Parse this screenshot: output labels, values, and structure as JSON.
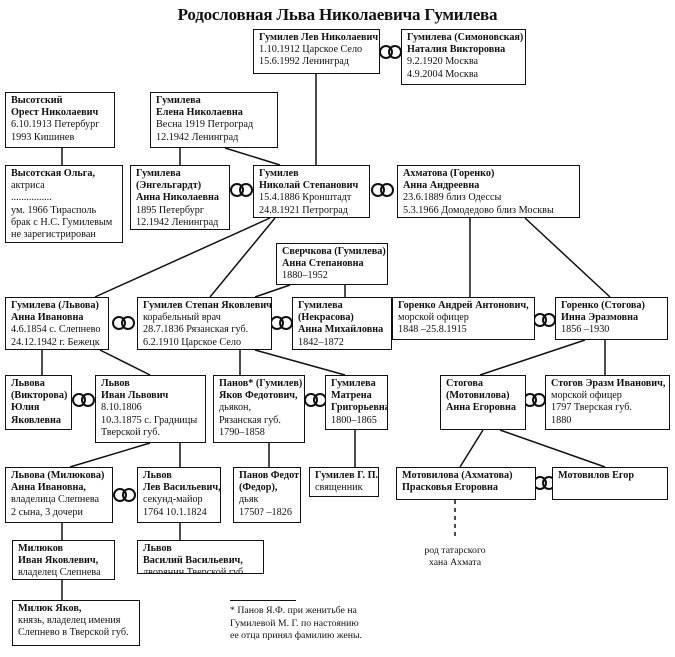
{
  "title": "Родословная Льва Николаевича Гумилева",
  "people": {
    "lev": {
      "lines": [
        {
          "t": "Гумилев Лев Николаевич",
          "b": true
        },
        {
          "t": "1.10.1912 Царское Село"
        },
        {
          "t": "15.6.1992 Ленинград"
        }
      ]
    },
    "natalia": {
      "lines": [
        {
          "t": "Гумилева (Симоновская)",
          "b": true
        },
        {
          "t": "Наталия Викторовна",
          "b": true
        },
        {
          "t": "9.2.1920 Москва"
        },
        {
          "t": "4.9.2004 Москва"
        }
      ]
    },
    "vysotsky": {
      "lines": [
        {
          "t": "Высотский",
          "b": true
        },
        {
          "t": "Орест Николаевич",
          "b": true
        },
        {
          "t": "6.10.1913 Петербург"
        },
        {
          "t": "1993 Кишинев"
        }
      ]
    },
    "elena": {
      "lines": [
        {
          "t": "Гумилева",
          "b": true
        },
        {
          "t": "Елена Николаевна",
          "b": true
        },
        {
          "t": "Весна 1919 Петроград"
        },
        {
          "t": "12.1942 Ленинград"
        }
      ]
    },
    "olga": {
      "lines": [
        {
          "t": "Высотская Ольга,",
          "b": true
        },
        {
          "t": "актриса"
        },
        {
          "t": "................"
        },
        {
          "t": "ум. 1966 Тирасполь"
        },
        {
          "t": "брак с Н.С. Гумилевым"
        },
        {
          "t": "не зарегистрирован"
        }
      ]
    },
    "anna_engelgardt": {
      "lines": [
        {
          "t": "Гумилева",
          "b": true
        },
        {
          "t": "(Энгельгардт)",
          "b": true
        },
        {
          "t": "Анна Николаевна",
          "b": true
        },
        {
          "t": "1895 Петербург"
        },
        {
          "t": "12.1942 Ленинград"
        }
      ]
    },
    "nikolay": {
      "lines": [
        {
          "t": "Гумилев",
          "b": true
        },
        {
          "t": "Николай Степанович",
          "b": true
        },
        {
          "t": "15.4.1886 Кронштадт"
        },
        {
          "t": "24.8.1921 Петроград"
        }
      ]
    },
    "akhmatova": {
      "lines": [
        {
          "t": "Ахматова (Горенко)",
          "b": true
        },
        {
          "t": "Анна Андреевна",
          "b": true
        },
        {
          "t": "23.6.1889 близ Одессы"
        },
        {
          "t": "5.3.1966 Домодедово близ Москвы"
        }
      ]
    },
    "sverchkova": {
      "lines": [
        {
          "t": "Сверчкова (Гумилева)",
          "b": true
        },
        {
          "t": "Анна Степановна",
          "b": true
        },
        {
          "t": "1880–1952"
        }
      ]
    },
    "gumileva_lvova": {
      "lines": [
        {
          "t": "Гумилева (Львова)",
          "b": true
        },
        {
          "t": "Анна Ивановна",
          "b": true
        },
        {
          "t": "4.6.1854 с. Слепнево"
        },
        {
          "t": "24.12.1942 г. Бежецк"
        }
      ]
    },
    "stepan": {
      "lines": [
        {
          "t": "Гумилев Степан Яковлевич,",
          "b": true
        },
        {
          "t": "корабельный врач"
        },
        {
          "t": "28.7.1836 Рязанская губ."
        },
        {
          "t": "6.2.1910 Царское Село"
        }
      ]
    },
    "nekrasova": {
      "lines": [
        {
          "t": "Гумилева",
          "b": true
        },
        {
          "t": "(Некрасова)",
          "b": true
        },
        {
          "t": "Анна Михайловна",
          "b": true
        },
        {
          "t": "1842–1872"
        }
      ]
    },
    "gorenko_andrey": {
      "lines": [
        {
          "t": "Горенко Андрей Антонович,",
          "b": true
        },
        {
          "t": "морской офицер"
        },
        {
          "t": "1848 –25.8.1915"
        }
      ]
    },
    "gorenko_stogova": {
      "lines": [
        {
          "t": "Горенко (Стогова)",
          "b": true
        },
        {
          "t": "Инна Эразмовна",
          "b": true
        },
        {
          "t": "1856 –1930"
        }
      ]
    },
    "lvova_viktorova": {
      "lines": [
        {
          "t": "Львова",
          "b": true
        },
        {
          "t": "(Викторова)",
          "b": true
        },
        {
          "t": "Юлия",
          "b": true
        },
        {
          "t": "Яковлевна",
          "b": true
        }
      ]
    },
    "lvov_ivan": {
      "lines": [
        {
          "t": "Львов",
          "b": true
        },
        {
          "t": "Иван Львович",
          "b": true
        },
        {
          "t": "8.10.1806"
        },
        {
          "t": "10.3.1875 с. Градницы"
        },
        {
          "t": "Тверской губ."
        }
      ]
    },
    "panov": {
      "lines": [
        {
          "t": "Панов* (Гумилев)",
          "b": true
        },
        {
          "t": "Яков Федотович,",
          "b": true
        },
        {
          "t": "дьякон,"
        },
        {
          "t": "Рязанская губ."
        },
        {
          "t": "1790–1858"
        }
      ]
    },
    "matrena": {
      "lines": [
        {
          "t": "Гумилева",
          "b": true
        },
        {
          "t": "Матрена",
          "b": true
        },
        {
          "t": "Григорьевна",
          "b": true
        },
        {
          "t": "1800–1865"
        }
      ]
    },
    "stogova": {
      "lines": [
        {
          "t": "Стогова",
          "b": true
        },
        {
          "t": "(Мотовилова)",
          "b": true
        },
        {
          "t": "Анна Егоровна",
          "b": true
        }
      ]
    },
    "stogov": {
      "lines": [
        {
          "t": "Стогов Эразм Иванович,",
          "b": true
        },
        {
          "t": "морской офицер"
        },
        {
          "t": "1797 Тверская губ."
        },
        {
          "t": "1880"
        }
      ]
    },
    "lvova_milyukova": {
      "lines": [
        {
          "t": "Львова (Милюкова)",
          "b": true
        },
        {
          "t": "Анна Ивановна,",
          "b": true
        },
        {
          "t": "владелица Слепнева"
        },
        {
          "t": "2 сына, 3 дочери"
        }
      ]
    },
    "lvov_lev": {
      "lines": [
        {
          "t": "Львов",
          "b": true
        },
        {
          "t": "Лев Васильевич,",
          "b": true
        },
        {
          "t": "секунд-майор"
        },
        {
          "t": "1764   10.1.1824"
        }
      ]
    },
    "panov_fedot": {
      "lines": [
        {
          "t": "Панов Федот",
          "b": true
        },
        {
          "t": "(Федор),",
          "b": true
        },
        {
          "t": "дьяк"
        },
        {
          "t": "1750? –1826"
        }
      ]
    },
    "gumilev_gp": {
      "lines": [
        {
          "t": "Гумилев Г. П.,",
          "b": true
        },
        {
          "t": "священник"
        }
      ]
    },
    "motovilova": {
      "lines": [
        {
          "t": "Мотовилова (Ахматова)",
          "b": true
        },
        {
          "t": "Прасковья Егоровна",
          "b": true
        }
      ]
    },
    "motovilov": {
      "lines": [
        {
          "t": "Мотовилов Егор",
          "b": true
        }
      ]
    },
    "milyukov_ivan": {
      "lines": [
        {
          "t": "Милюков",
          "b": true
        },
        {
          "t": "Иван Яковлевич,",
          "b": true
        },
        {
          "t": "владелец Слепнева"
        }
      ]
    },
    "lvov_vasily": {
      "lines": [
        {
          "t": "Львов",
          "b": true
        },
        {
          "t": "Василий Васильевич,",
          "b": true
        },
        {
          "t": "дворянин Тверской губ."
        }
      ]
    },
    "milyuk": {
      "lines": [
        {
          "t": "Милюк Яков,",
          "b": true
        },
        {
          "t": "князь, владелец имения"
        },
        {
          "t": "Слепнево в Тверской губ."
        }
      ]
    }
  },
  "origin_note": {
    "line1": "род татарского",
    "line2": "хана Ахмата"
  },
  "footnote": {
    "line1": "* Панов Я.Ф. при женитьбе на",
    "line2": "Гумилевой М. Г. по настоянию",
    "line3": "ее отца принял фамилию жены."
  }
}
